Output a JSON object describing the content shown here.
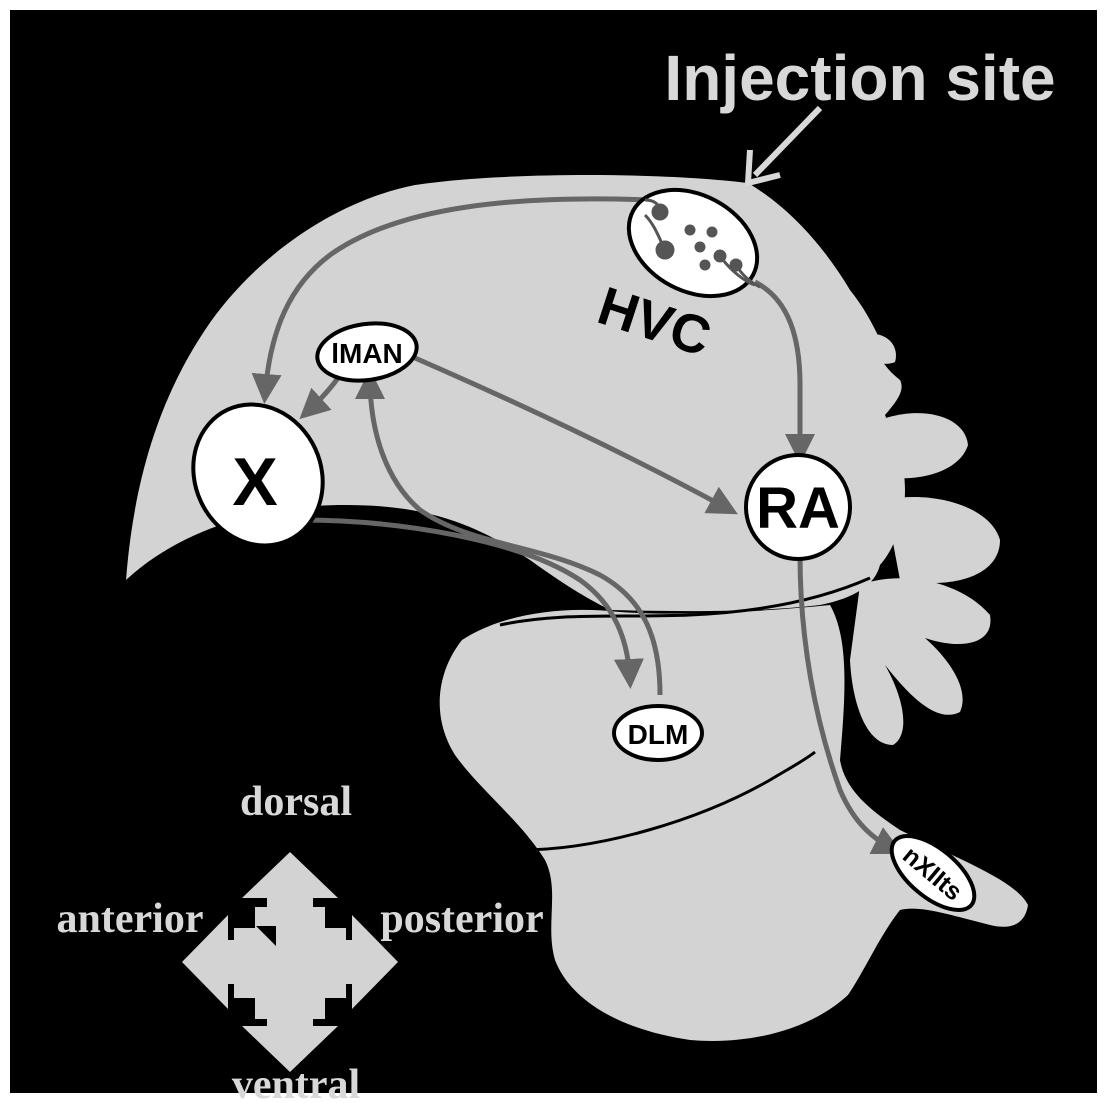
{
  "figure": {
    "annotation": "Injection site",
    "colors": {
      "background": "#000000",
      "brain_fill": "#d3d3d3",
      "pathway": "#666666",
      "nucleus_fill": "#ffffff",
      "nucleus_stroke": "#000000",
      "orientation_text": "#d8d8d8"
    }
  },
  "nuclei": {
    "hvc": "HVC",
    "x": "X",
    "lman": "lMAN",
    "ra": "RA",
    "dlm": "DLM",
    "nxiits": "nXIIts"
  },
  "orientation": {
    "dorsal": "dorsal",
    "ventral": "ventral",
    "anterior": "anterior",
    "posterior": "posterior"
  }
}
